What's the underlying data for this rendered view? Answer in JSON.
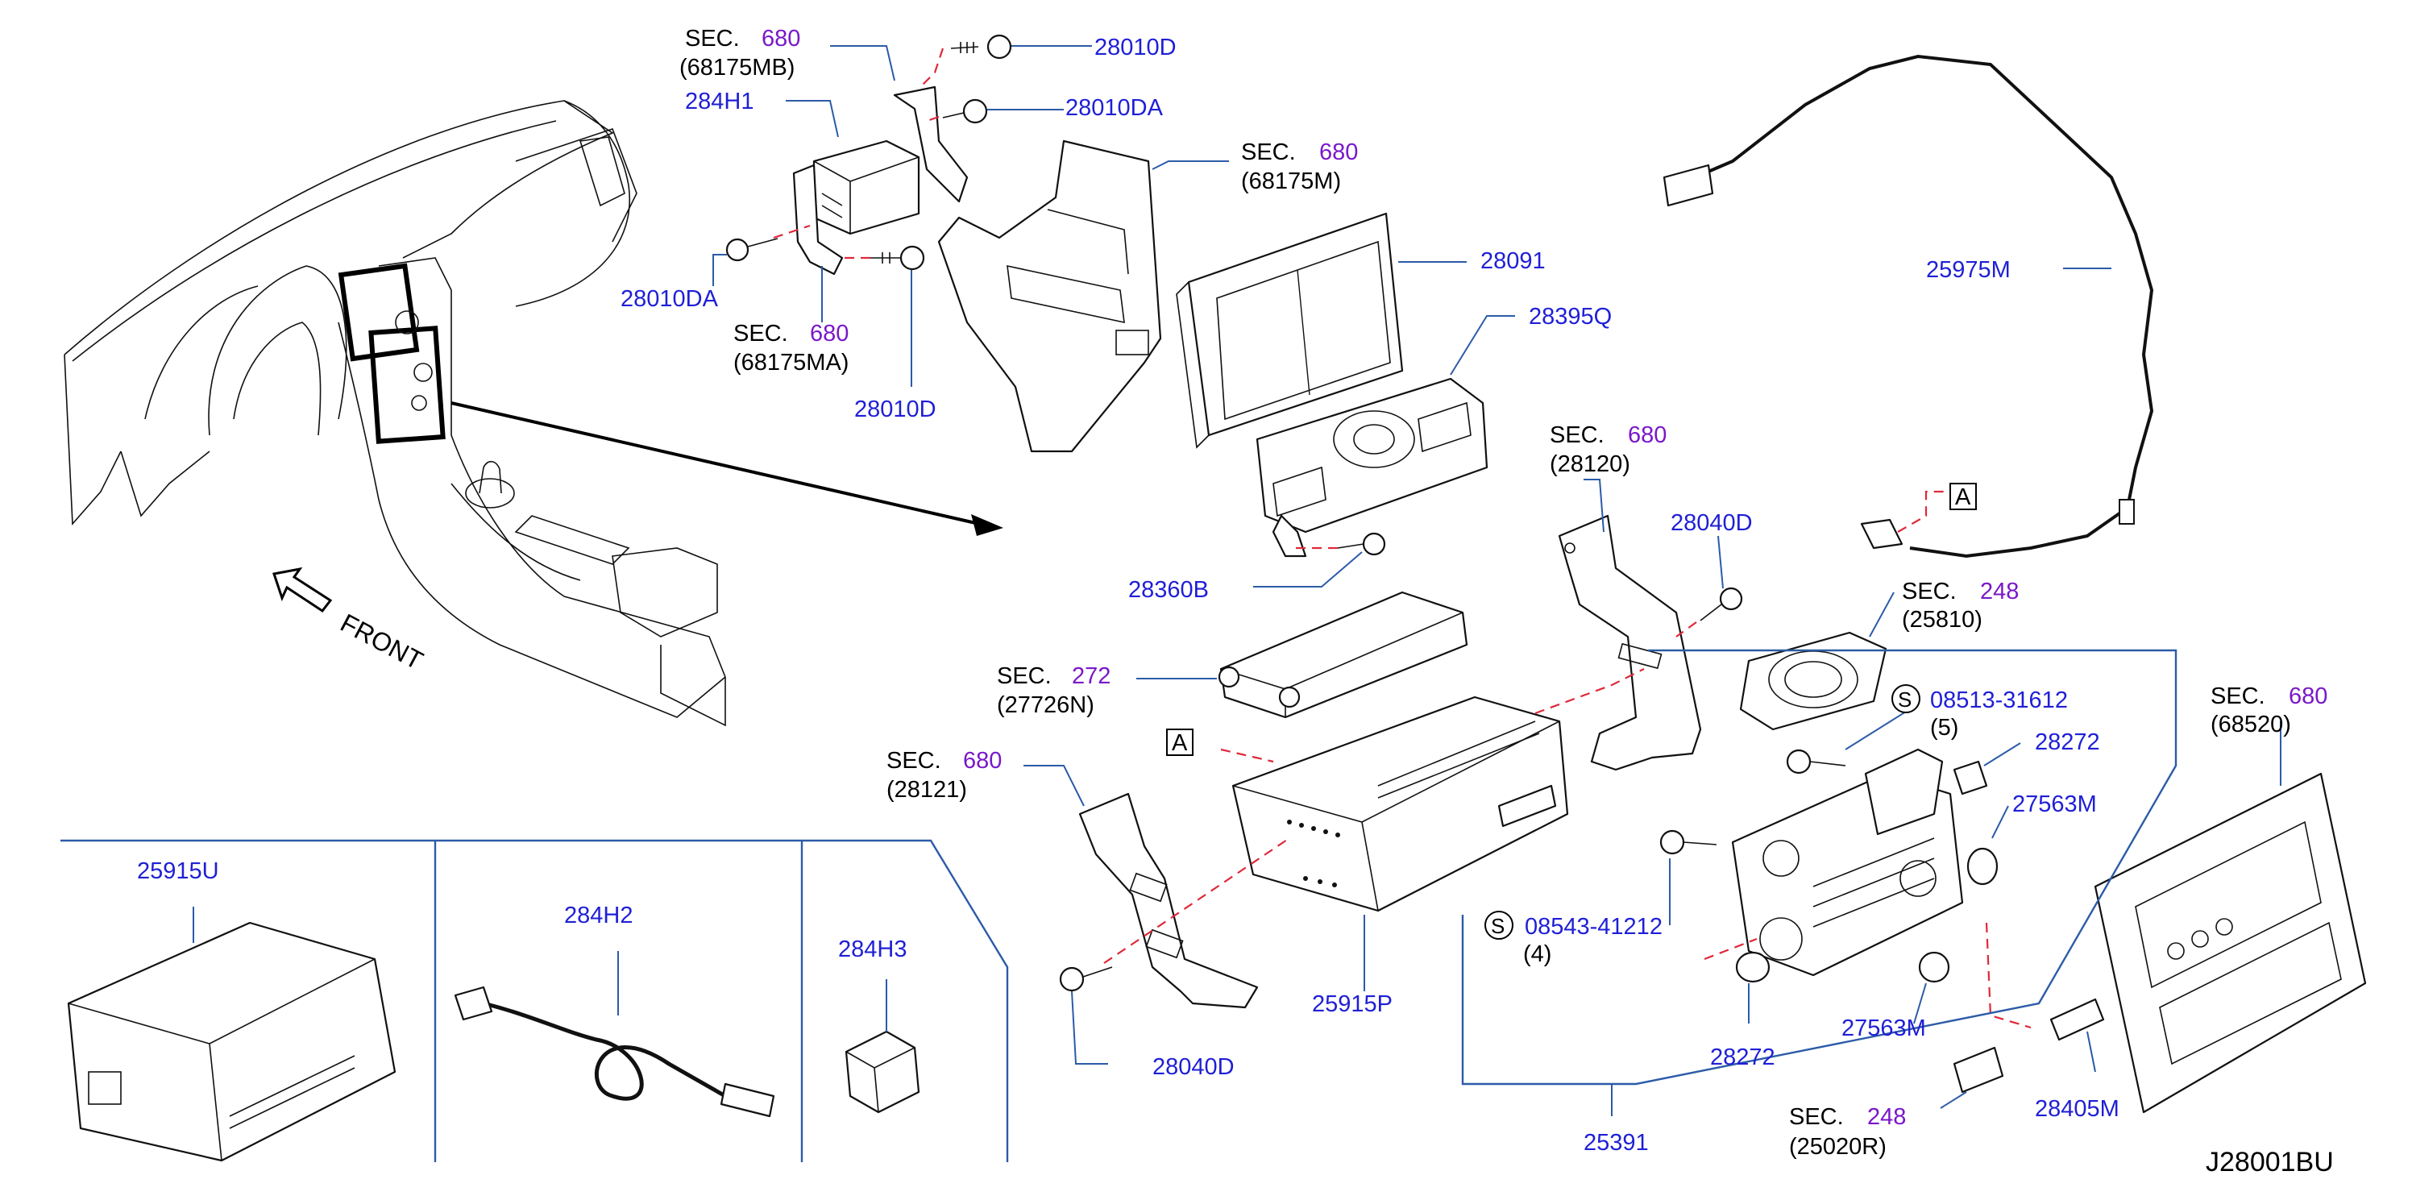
{
  "diagram": {
    "id": "J28001BU",
    "labels": {
      "sec": "SEC.",
      "p28010D_top": "28010D",
      "p28010DA_top": "28010DA",
      "sec680_68175MB_num": "680",
      "sec680_68175MB_ref": "(68175MB)",
      "p284H1": "284H1",
      "p28010DA_left": "28010DA",
      "sec680_68175MA_num": "680",
      "sec680_68175MA_ref": "(68175MA)",
      "p28010D_bottom": "28010D",
      "sec680_68175M_num": "680",
      "sec680_68175M_ref": "(68175M)",
      "p28091": "28091",
      "p28395Q": "28395Q",
      "p28360B": "28360B",
      "sec680_28120_num": "680",
      "sec680_28120_ref": "(28120)",
      "p28040D_top": "28040D",
      "sec248_25810_num": "248",
      "sec248_25810_ref": "(25810)",
      "sec272_27726N_num": "272",
      "sec272_27726N_ref": "(27726N)",
      "box_a": "A",
      "sec680_28121_num": "680",
      "sec680_28121_ref": "(28121)",
      "p28040D_bottom": "28040D",
      "p25915P": "25915P",
      "p25975M": "25975M",
      "s_mark": "S",
      "p08513_31612": "08513-31612",
      "qty5": "(5)",
      "p08543_41212": "08543-41212",
      "qty4": "(4)",
      "p28272_top": "28272",
      "p27563M_top": "27563M",
      "p28272_bottom": "28272",
      "p27563M_bottom": "27563M",
      "p25391": "25391",
      "sec680_68520_num": "680",
      "sec680_68520_ref": "(68520)",
      "p28405M": "28405M",
      "sec248_25020R_num": "248",
      "sec248_25020R_ref": "(25020R)",
      "p25915U": "25915U",
      "p284H2": "284H2",
      "p284H3": "284H3",
      "front": "FRONT"
    }
  }
}
